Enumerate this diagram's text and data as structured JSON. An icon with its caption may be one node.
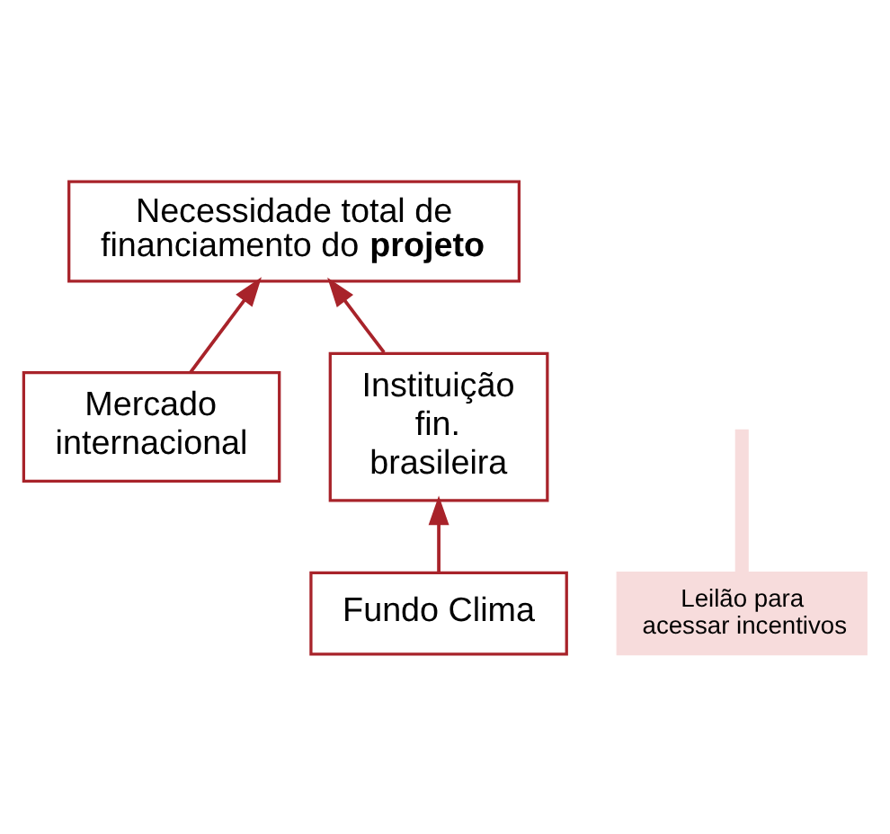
{
  "diagram": {
    "nodes": [
      {
        "text": [
          "Necessidade total de financiamento do **projeto**"
        ]
      },
      {
        "text": [
          "Mercado internacional"
        ]
      },
      {
        "text": [
          "Instituição fin. brasileira"
        ]
      },
      {
        "text": [
          "Fundo Clima"
        ]
      },
      {
        "text": [
          "Leilão para acessar incentivos"
        ]
      }
    ],
    "edges": [
      {
        "from": 1,
        "to": 0,
        "arrow": "to"
      },
      {
        "from": 2,
        "to": 0,
        "arrow": "to"
      },
      {
        "from": 3,
        "to": 2,
        "arrow": "to"
      },
      {
        "from": 4,
        "to": null,
        "arrow": "none",
        "style": "thick",
        "color": "#f7dcdc"
      }
    ]
  }
}
